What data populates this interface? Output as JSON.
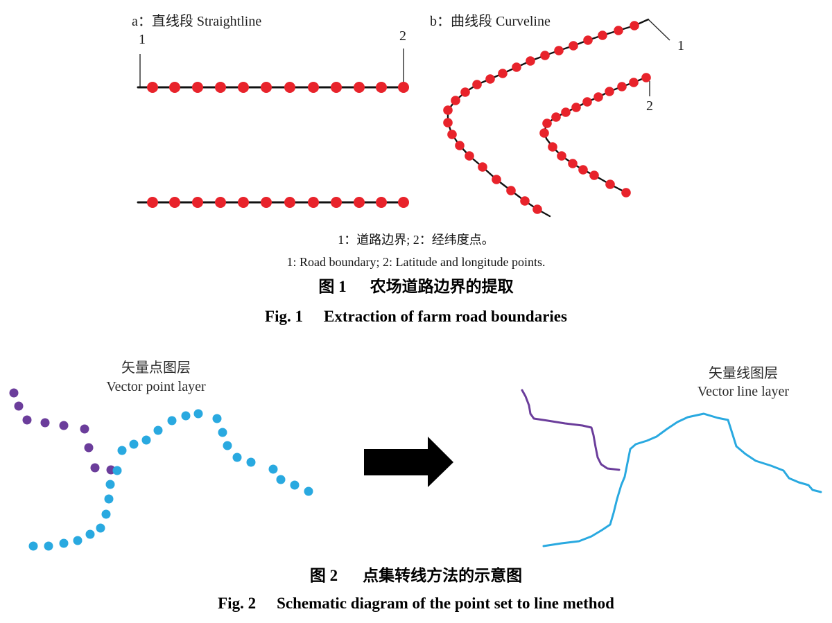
{
  "figure1": {
    "panel_a": {
      "title": "a：直线段 Straightline",
      "marker_1": "1",
      "marker_2": "2"
    },
    "panel_b": {
      "title": "b：曲线段 Curveline",
      "marker_1": "1",
      "marker_2": "2"
    },
    "key_cn": "1：道路边界; 2：经纬度点。",
    "key_en": "1: Road boundary; 2: Latitude and longitude points.",
    "caption_cn": {
      "number": "图 1",
      "title": "农场道路边界的提取"
    },
    "caption_en": {
      "number": "Fig. 1",
      "title": "Extraction of farm road boundaries"
    }
  },
  "figure2": {
    "point_layer": {
      "label_cn": "矢量点图层",
      "label_en": "Vector point layer"
    },
    "line_layer": {
      "label_cn": "矢量线图层",
      "label_en": "Vector line layer"
    },
    "caption_cn": {
      "number": "图 2",
      "title": "点集转线方法的示意图"
    },
    "caption_en": {
      "number": "Fig. 2",
      "title": "Schematic diagram of the point set to line method"
    }
  },
  "colors": {
    "road_boundary": "#111111",
    "lat_lon_point": "#e8232b",
    "purple_feature": "#6b3d9b",
    "blue_feature": "#29a9e0",
    "arrow": "#000000"
  }
}
